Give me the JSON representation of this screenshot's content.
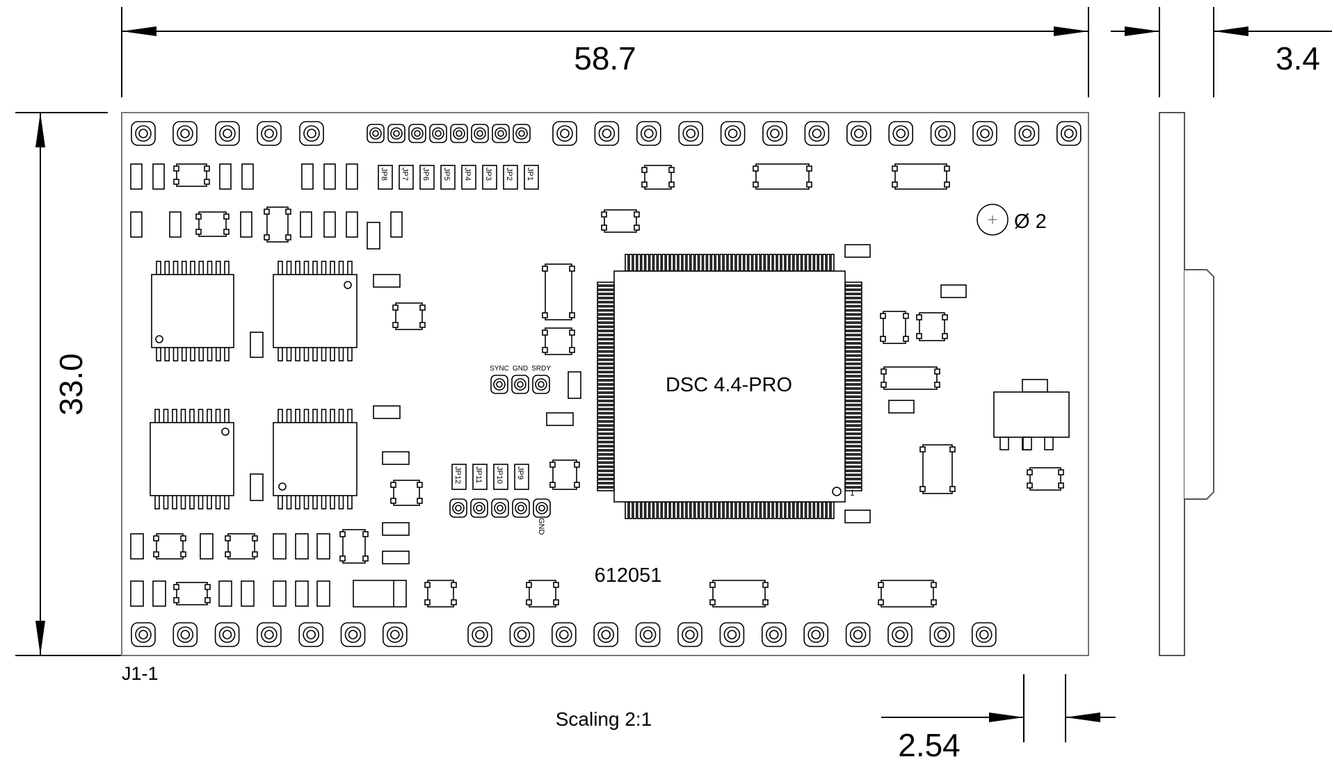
{
  "dimensions": {
    "width": "58.7",
    "height": "33.0",
    "thickness": "3.4",
    "pitch": "2.54",
    "hole": "Ø 2"
  },
  "labels": {
    "pin1": "J1-1",
    "scaling": "Scaling 2:1",
    "chip": "DSC 4.4-PRO",
    "serial": "612051",
    "chip_pin1": "1"
  },
  "jumpers_top": [
    "JP8",
    "JP7",
    "JP6",
    "JP5",
    "JP4",
    "JP3",
    "JP2",
    "JP1"
  ],
  "jumpers_mid": [
    "JP12",
    "JP11",
    "JP10",
    "JP9"
  ],
  "sync_labels": [
    "SYNC",
    "GND",
    "SRDY"
  ],
  "gnd_label": "GND",
  "colors": {
    "line": "#000000",
    "board_outline": "#777777"
  }
}
